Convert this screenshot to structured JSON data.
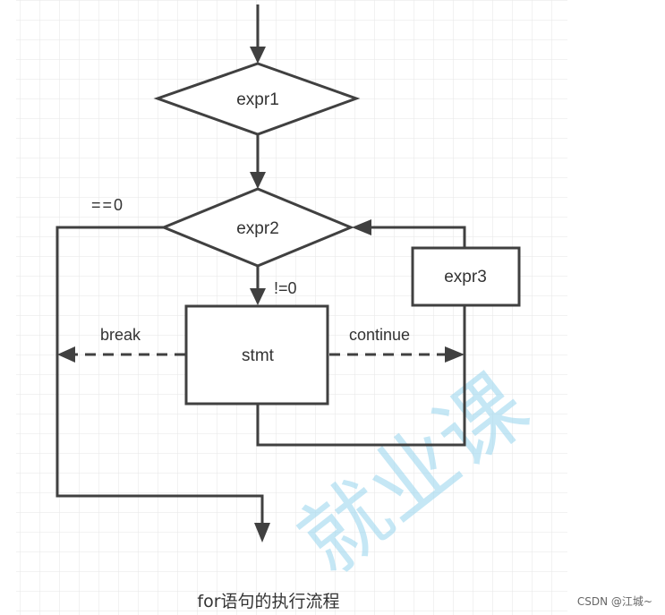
{
  "nodes": {
    "expr1": "expr1",
    "expr2": "expr2",
    "expr3": "expr3",
    "stmt": "stmt"
  },
  "edge_labels": {
    "false_cond": "==0",
    "true_cond": "!=0",
    "break": "break",
    "continue": "continue"
  },
  "caption": "for语句的执行流程",
  "credit": "CSDN @江城~",
  "watermark": "就业课",
  "colors": {
    "line": "#404040",
    "grid": "#e6e6e6",
    "watermark": "#9fd8ef"
  }
}
